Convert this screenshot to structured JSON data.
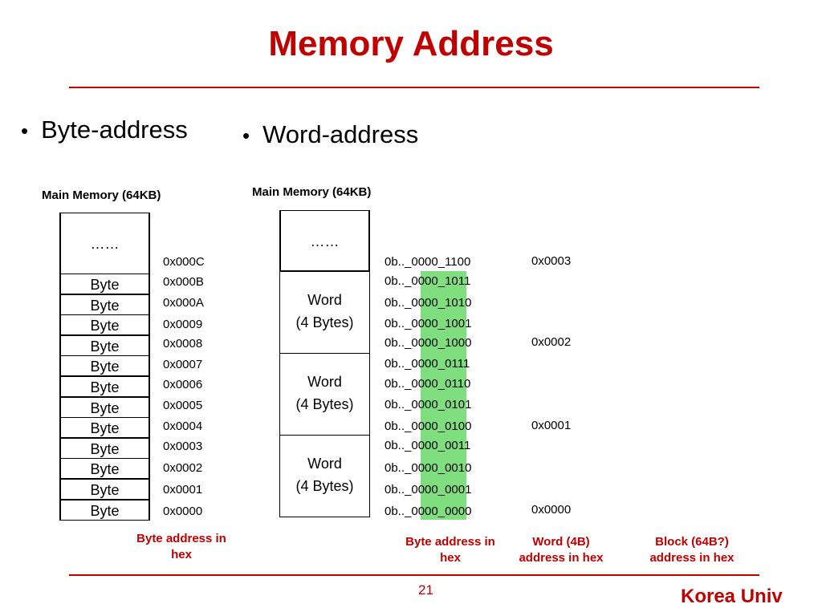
{
  "title": "Memory Address",
  "bullets": {
    "left": "Byte-address",
    "right": "Word-address",
    "dot": "•"
  },
  "byte_memory": {
    "label": "Main Memory (64KB)",
    "ellipsis": "……",
    "cell_label": "Byte",
    "addresses": [
      "0x000C",
      "0x000B",
      "0x000A",
      "0x0009",
      "0x0008",
      "0x0007",
      "0x0006",
      "0x0005",
      "0x0004",
      "0x0003",
      "0x0002",
      "0x0001",
      "0x0000"
    ],
    "caption": "Byte address in hex"
  },
  "word_memory": {
    "label": "Main Memory (64KB)",
    "ellipsis": "……",
    "word_line1": "Word",
    "word_line2": "(4 Bytes)",
    "byte_addresses": [
      "0b.._0000_1100",
      "0b.._0000_1011",
      "0b.._0000_1010",
      "0b.._0000_1001",
      "0b.._0000_1000",
      "0b.._0000_0111",
      "0b.._0000_0110",
      "0b.._0000_0101",
      "0b.._0000_0100",
      "0b.._0000_0011",
      "0b.._0000_0010",
      "0b.._0000_0001",
      "0b.._0000_0000"
    ],
    "word_addresses": [
      "0x0003",
      "0x0002",
      "0x0001",
      "0x0000"
    ],
    "caption_byte": "Byte address in hex",
    "caption_word": "Word (4B) address  in hex",
    "caption_block": "Block (64B?) address  in hex"
  },
  "colors": {
    "accent": "#c00000",
    "highlight": "#7fdf7f"
  },
  "footer": {
    "page": "21",
    "brand": "Korea Univ"
  }
}
